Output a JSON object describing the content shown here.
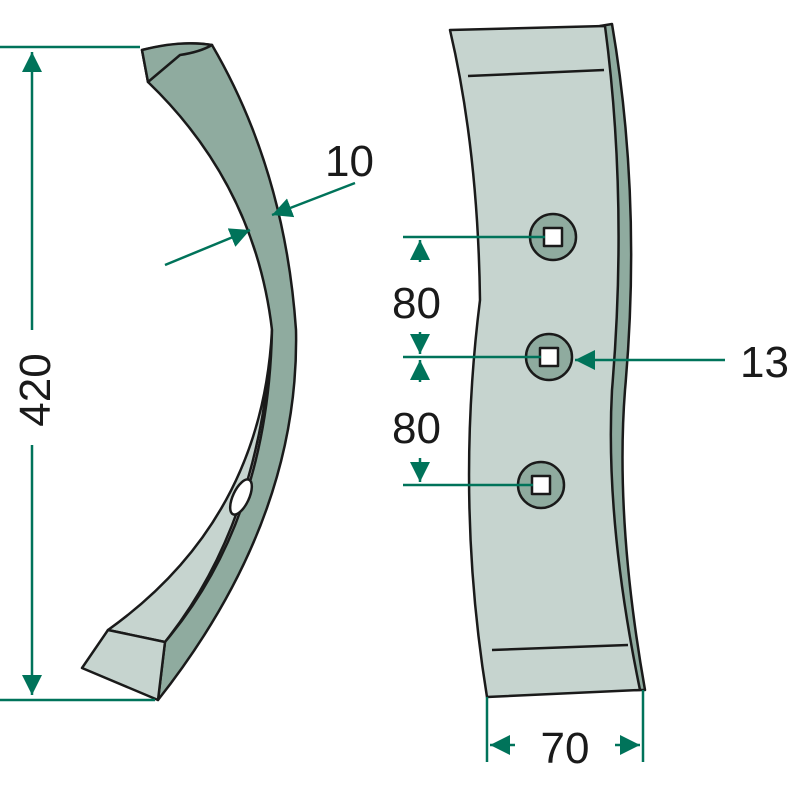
{
  "dimensions": {
    "height": "420",
    "thickness": "10",
    "hole_spacing_1": "80",
    "hole_spacing_2": "80",
    "hole_size": "13",
    "width": "70"
  },
  "colors": {
    "face": "#c6d4cf",
    "side": "#8fab9f",
    "dimension_line": "#00735a",
    "outline": "#1a1a1a"
  }
}
